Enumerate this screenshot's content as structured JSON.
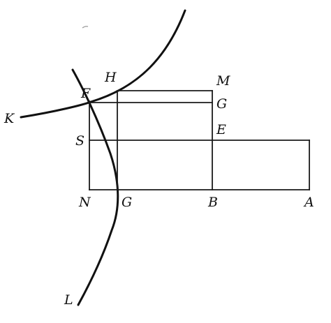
{
  "figure": {
    "labels": {
      "K": "K",
      "F": "F",
      "H": "H",
      "M": "M",
      "G_upper": "G",
      "S": "S",
      "E": "E",
      "N": "N",
      "G_lower": "G",
      "B": "B",
      "A": "A",
      "L": "L"
    },
    "colors": {
      "ink": "#111111",
      "paper": "#ffffff"
    }
  }
}
